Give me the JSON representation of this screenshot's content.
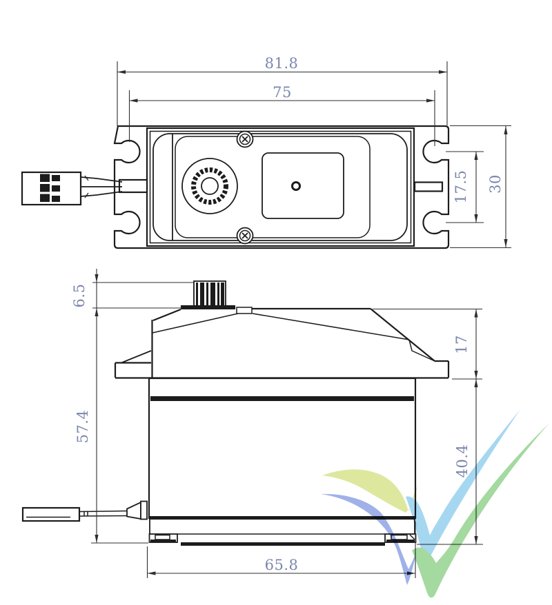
{
  "drawing": {
    "background": "#ffffff",
    "line_color": "#1c1c1c",
    "dim_text_color": "#7b86ac",
    "top_view": {
      "dims": {
        "overall_width": "81.8",
        "mount_hole_span": "75",
        "mount_hole_pitch": "17.5",
        "overall_depth": "30"
      }
    },
    "side_view": {
      "dims": {
        "shaft_height": "6.5",
        "body_height": "57.4",
        "top_to_flange": "17",
        "flange_to_bottom": "40.4",
        "body_length": "65.8"
      }
    },
    "watermark": {
      "colors": {
        "yellow": "#dde79e",
        "periwinkle": "#9fb1e8",
        "light_blue": "#a6d7f0",
        "green": "#a4d9a0"
      }
    }
  }
}
